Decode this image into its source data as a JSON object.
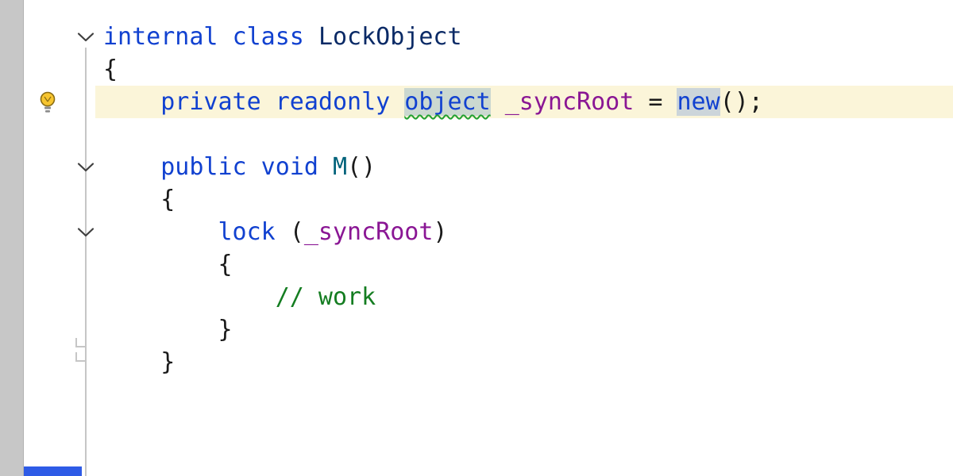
{
  "window": {
    "type": "code-editor",
    "language": "csharp"
  },
  "colors": {
    "editor-bg": "#ffffff",
    "strip": "#c7c7c7",
    "guide": "#c6c6c6",
    "chevron": "#3f3f3f",
    "keyword": "#1141d0",
    "type-name": "#0a2a66",
    "method-name": "#00627a",
    "field-name": "#8a1694",
    "comment": "#147d21",
    "plain": "#1a1a1a",
    "current-line-bg": "#fbf5d9",
    "object-highlight-bg": "#cbd8d0",
    "new-highlight-bg": "#ccd5da",
    "squiggle": "#22a031",
    "bulb-yellow": "#f7c52f",
    "bulb-outline": "#8a6c14",
    "bulb-base": "#8b8b8b",
    "popup-blue": "#2e5be6"
  },
  "gutter": {
    "bulb_icon": "quick-fix-bulb",
    "fold_markers": [
      {
        "line": 1,
        "state": "expanded"
      },
      {
        "line": 5,
        "state": "expanded"
      },
      {
        "line": 7,
        "state": "expanded"
      }
    ]
  },
  "code": {
    "current_line": 3,
    "lines": [
      {
        "n": 1,
        "indent": 0,
        "tokens": [
          [
            "internal",
            "kw"
          ],
          [
            " ",
            "plain"
          ],
          [
            "class",
            "kw"
          ],
          [
            " ",
            "plain"
          ],
          [
            "LockObject",
            "type"
          ]
        ]
      },
      {
        "n": 2,
        "indent": 0,
        "tokens": [
          [
            "{",
            "plain"
          ]
        ]
      },
      {
        "n": 3,
        "indent": 4,
        "current": true,
        "tokens": [
          [
            "private",
            "kw"
          ],
          [
            " ",
            "plain"
          ],
          [
            "readonly",
            "kw"
          ],
          [
            " ",
            "plain"
          ],
          [
            "object",
            "kw-obj"
          ],
          [
            " ",
            "plain"
          ],
          [
            "_syncRoot",
            "field"
          ],
          [
            " = ",
            "plain"
          ],
          [
            "new",
            "kw-new"
          ],
          [
            "();",
            "plain"
          ]
        ]
      },
      {
        "n": 4,
        "indent": 0,
        "tokens": []
      },
      {
        "n": 5,
        "indent": 4,
        "tokens": [
          [
            "public",
            "kw"
          ],
          [
            " ",
            "plain"
          ],
          [
            "void",
            "kw"
          ],
          [
            " ",
            "plain"
          ],
          [
            "M",
            "method"
          ],
          [
            "()",
            "plain"
          ]
        ]
      },
      {
        "n": 6,
        "indent": 4,
        "tokens": [
          [
            "{",
            "plain"
          ]
        ]
      },
      {
        "n": 7,
        "indent": 8,
        "tokens": [
          [
            "lock",
            "kw"
          ],
          [
            " (",
            "plain"
          ],
          [
            "_syncRoot",
            "field"
          ],
          [
            ")",
            "plain"
          ]
        ]
      },
      {
        "n": 8,
        "indent": 8,
        "tokens": [
          [
            "{",
            "plain"
          ]
        ]
      },
      {
        "n": 9,
        "indent": 12,
        "tokens": [
          [
            "// work",
            "comment"
          ]
        ]
      },
      {
        "n": 10,
        "indent": 8,
        "tokens": [
          [
            "}",
            "plain"
          ]
        ]
      },
      {
        "n": 11,
        "indent": 4,
        "tokens": [
          [
            "}",
            "plain"
          ]
        ]
      }
    ]
  },
  "fragments": {
    "bottom_left_blue_bar": "top edge of a popup partially visible at bottom-left"
  }
}
